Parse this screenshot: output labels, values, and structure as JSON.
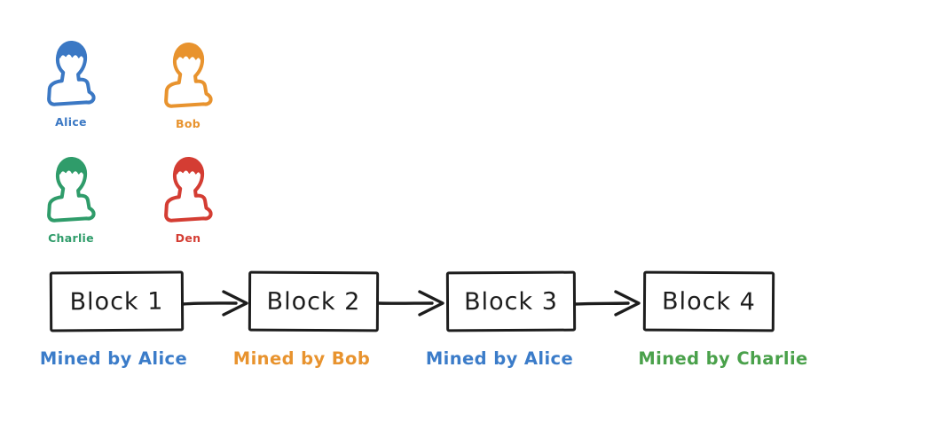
{
  "diagram": {
    "background": "#ffffff",
    "stroke_color": "#1d1d1d"
  },
  "miners": [
    {
      "name": "Alice",
      "color": "#3b78c4"
    },
    {
      "name": "Bob",
      "color": "#e8932e"
    },
    {
      "name": "Charlie",
      "color": "#2f9c6a"
    },
    {
      "name": "Den",
      "color": "#d43d33"
    }
  ],
  "chain": {
    "blocks": [
      {
        "label": "Block 1",
        "mined_by": "Mined by Alice",
        "mined_color": "#3b7cc9"
      },
      {
        "label": "Block 2",
        "mined_by": "Mined by Bob",
        "mined_color": "#e8932e"
      },
      {
        "label": "Block 3",
        "mined_by": "Mined by Alice",
        "mined_color": "#3b7cc9"
      },
      {
        "label": "Block 4",
        "mined_by": "Mined by Charlie",
        "mined_color": "#4aa14b"
      }
    ]
  }
}
